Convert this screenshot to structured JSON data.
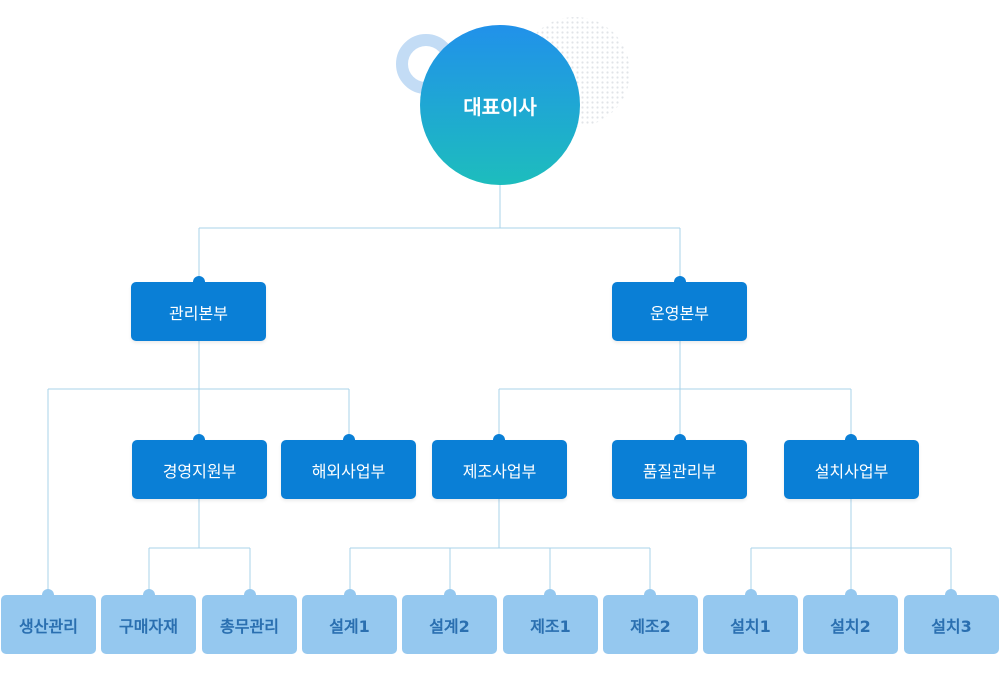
{
  "ceo": {
    "label": "대표이사"
  },
  "divisions": [
    {
      "key": "mgmt",
      "label": "관리본부"
    },
    {
      "key": "ops",
      "label": "운영본부"
    }
  ],
  "departments": [
    {
      "key": "mgmt-support",
      "label": "경영지원부"
    },
    {
      "key": "overseas",
      "label": "해외사업부"
    },
    {
      "key": "manufacturing",
      "label": "제조사업부"
    },
    {
      "key": "quality",
      "label": "품질관리부"
    },
    {
      "key": "installation",
      "label": "설치사업부"
    }
  ],
  "teams": [
    {
      "key": "production",
      "label": "생산관리"
    },
    {
      "key": "purchasing",
      "label": "구매자재"
    },
    {
      "key": "general-affairs",
      "label": "총무관리"
    },
    {
      "key": "design1",
      "label": "설계1"
    },
    {
      "key": "design2",
      "label": "설계2"
    },
    {
      "key": "make1",
      "label": "제조1"
    },
    {
      "key": "make2",
      "label": "제조2"
    },
    {
      "key": "install1",
      "label": "설치1"
    },
    {
      "key": "install2",
      "label": "설치2"
    },
    {
      "key": "install3",
      "label": "설치3"
    }
  ],
  "colors": {
    "primary": "#0a7fd6",
    "leaf": "#95c8ef",
    "leaf_text": "#2a6fb0",
    "connector": "#a9d3ea",
    "ceo_top": "#2191ea",
    "ceo_bottom": "#1dbdbd"
  }
}
